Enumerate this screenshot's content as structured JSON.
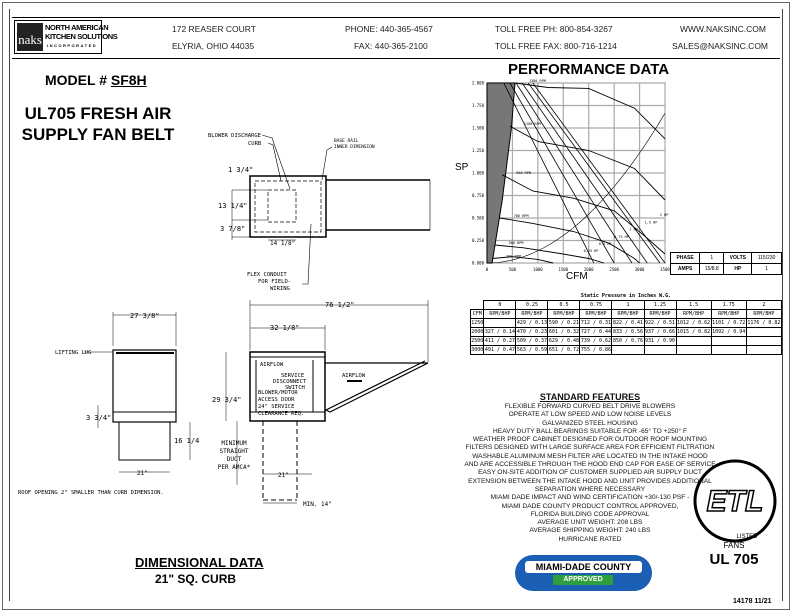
{
  "header": {
    "logo_text": [
      "NORTH AMERICAN",
      "KITCHEN SOLUTIONS",
      "INCORPORATED"
    ],
    "logo_mark": "naks",
    "address": [
      "172 REASER COURT",
      "ELYRIA, OHIO 44035"
    ],
    "phone": "PHONE: 440-365-4567",
    "fax": "FAX: 440-365-2100",
    "toll_free_phone": "TOLL FREE PH: 800-854-3267",
    "toll_free_fax": "TOLL FREE FAX: 800-716-1214",
    "website": "WWW.NAKSINC.COM",
    "email": "SALES@NAKSINC.COM"
  },
  "model": {
    "label": "MODEL #",
    "value": "SF8H",
    "title_lines": [
      "UL705 FRESH AIR",
      "SUPPLY FAN BELT"
    ]
  },
  "performance": {
    "title": "PERFORMANCE DATA",
    "chart_data": {
      "type": "line",
      "xlabel": "CFM",
      "ylabel": "SP",
      "xlim": [
        0,
        3500
      ],
      "ylim": [
        0,
        2
      ],
      "x_ticks": [
        "0",
        "500",
        "1000",
        "1500",
        "2000",
        "2500",
        "3000",
        "3500"
      ],
      "y_ticks": [
        "0.000",
        "0.250",
        "0.500",
        "0.750",
        "1.000",
        "1.250",
        "1.500",
        "1.750",
        "2.000"
      ],
      "grid": true,
      "rpm_curves": [
        {
          "name": "300 RPM",
          "points": [
            [
              100,
              0.05
            ],
            [
              500,
              0.07
            ],
            [
              1000,
              0.04
            ],
            [
              1300,
              0
            ]
          ]
        },
        {
          "name": "500 RPM",
          "points": [
            [
              150,
              0.2
            ],
            [
              700,
              0.17
            ],
            [
              1500,
              0.1
            ],
            [
              2000,
              0.05
            ],
            [
              2300,
              0
            ]
          ]
        },
        {
          "name": "700 RPM",
          "points": [
            [
              250,
              0.5
            ],
            [
              900,
              0.44
            ],
            [
              1700,
              0.35
            ],
            [
              2400,
              0.22
            ],
            [
              2900,
              0.05
            ],
            [
              3000,
              0
            ]
          ]
        },
        {
          "name": "900 RPM",
          "points": [
            [
              300,
              0.98
            ],
            [
              900,
              0.8
            ],
            [
              1700,
              0.72
            ],
            [
              2500,
              0.58
            ],
            [
              3100,
              0.3
            ],
            [
              3500,
              0.1
            ]
          ]
        },
        {
          "name": "1100 RPM",
          "points": [
            [
              450,
              1.52
            ],
            [
              1000,
              1.35
            ],
            [
              2000,
              1.25
            ],
            [
              2900,
              1.05
            ],
            [
              3500,
              0.7
            ]
          ]
        },
        {
          "name": "1300 RPM",
          "points": [
            [
              550,
              2.0
            ],
            [
              1200,
              1.95
            ],
            [
              2000,
              1.94
            ],
            [
              2900,
              1.72
            ],
            [
              3500,
              1.38
            ]
          ]
        }
      ],
      "hp_labels": [
        "0.25 HP",
        "0.5 HP",
        "0.75 HP",
        "1 HP",
        "1.5 HP",
        "2 HP"
      ],
      "phase_table": {
        "phase_label": "PHASE",
        "phase": "1",
        "volts_label": "VOLTS",
        "volts": "115/230",
        "amps_label": "AMPS",
        "amps": "15/8.8",
        "hp_label": "HP",
        "hp": "1"
      }
    },
    "table": {
      "caption": "Static Pressure in Inches W.G.",
      "pressures": [
        "0",
        "0.25",
        "0.5",
        "0.75",
        "1",
        "1.25",
        "1.5",
        "1.75",
        "2"
      ],
      "cfm_header": "CFM",
      "col_header": "RPM/BHP",
      "rows": [
        {
          "cfm": "1250",
          "values": [
            "",
            "429 / 0.13",
            "590 / 0.21",
            "712 / 0.31",
            "822 / 0.41",
            "922 / 0.51",
            "1012 / 0.62",
            "1101 / 0.72",
            "1176 / 0.82"
          ]
        },
        {
          "cfm": "2000",
          "values": [
            "327 / 0.14",
            "470 / 0.23",
            "601 / 0.32",
            "727 / 0.44",
            "833 / 0.56",
            "937 / 0.66",
            "1015 / 0.82",
            "1092 / 0.94",
            ""
          ]
        },
        {
          "cfm": "2500",
          "values": [
            "411 / 0.27",
            "509 / 0.37",
            "629 / 0.48",
            "739 / 0.62",
            "850 / 0.76",
            "931 / 0.90",
            "",
            "",
            ""
          ]
        },
        {
          "cfm": "3000",
          "values": [
            "491 / 0.47",
            "563 / 0.59",
            "651 / 0.72",
            "755 / 0.86",
            "",
            "",
            "",
            "",
            ""
          ]
        }
      ]
    }
  },
  "features": {
    "title": "STANDARD FEATURES",
    "items": [
      "FLEXIBLE FORWARD CURVED BELT DRIVE BLOWERS",
      "OPERATE AT LOW SPEED AND LOW NOISE LEVELS",
      "GALVANIZED STEEL HOUSING",
      "HEAVY DUTY BALL BEARINGS SUITABLE FOR -65° TO +250° F",
      "WEATHER PROOF CABINET DESIGNED FOR OUTDOOR ROOF MOUNTING",
      "FILTERS DESIGNED WITH LARGE SURFACE AREA FOR EFFICIENT FILTRATION",
      "WASHABLE ALUMINUM MESH FILTER ARE LOCATED IN THE INTAKE HOOD",
      "AND ARE ACCESSIBLE THROUGH THE HOOD END CAP FOR EASE OF SERVICE",
      "EASY ON-SITE ADDITION OF CUSTOMER SUPPLIED AIR SUPPLY DUCT",
      "EXTENSION BETWEEN THE INTAKE HOOD AND UNIT PROVIDES ADDITIONAL",
      "SEPARATION WHERE NECESSARY",
      "MIAMI DADE IMPACT AND WIND CERTIFICATION +30/-130 PSF -",
      "MIAMI DADE COUNTY PRODUCT CONTROL APPROVED,",
      "FLORIDA BUILDING CODE APPROVAL",
      "AVERAGE UNIT WEIGHT: 208 LBS",
      "AVERAGE SHIPPING WEIGHT: 240 LBS",
      "HURRICANE RATED"
    ]
  },
  "badges": {
    "miami_top": "MIAMI-DADE COUNTY",
    "miami_bottom": "APPROVED",
    "etl": "ETL",
    "etl_sub": "LISTED",
    "fans": "FANS",
    "ul": "UL 705"
  },
  "dimensional": {
    "title": "DIMENSIONAL DATA",
    "subtitle": "21\" SQ. CURB"
  },
  "doc_code": "14178 11/21",
  "drawing_labels": {
    "blower_discharge": "BLOWER DISCHARGE",
    "curb": "CURB",
    "base_rail": "BASE RAIL",
    "inner_dim": "INNER DIMENSION",
    "d_1_3_4": "1 3/4\"",
    "d_13_1_4": "13 1/4\"",
    "d_3_7_8": "3 7/8\"",
    "d_14_1_8": "14 1/8\"",
    "flex1": "FLEX CONDUIT",
    "flex2": "FOR FIELD-",
    "flex3": "WIRING",
    "d_27_3_8": "27 3/8\"",
    "lifting_lug": "LIFTING LUG",
    "d_3_3_4": "3 3/4\"",
    "d_16_1_4": "16 1/4",
    "d_21a": "21\"",
    "roof_note": "ROOF OPENING 2\" SMALLER THAN CURB DIMENSION.",
    "d_76_1_2": "76 1/2\"",
    "d_32_1_8": "32 1/8\"",
    "d_29_3_4": "29 3/4\"",
    "airflow": "AIRFLOW",
    "service1": "SERVICE",
    "service2": "DISCONNECT",
    "service3": "SWITCH",
    "access1": "BLOWER/MOTOR",
    "access2": "ACCESS DOOR",
    "access3": "24\" SERVICE",
    "access4": "CLEARANCE REQ.",
    "min1": "MINIMUM",
    "min2": "STRAIGHT",
    "min3": "DUCT",
    "min4": "PER AMCA*",
    "d_21b": "21\"",
    "min14": "MIN. 14\""
  }
}
